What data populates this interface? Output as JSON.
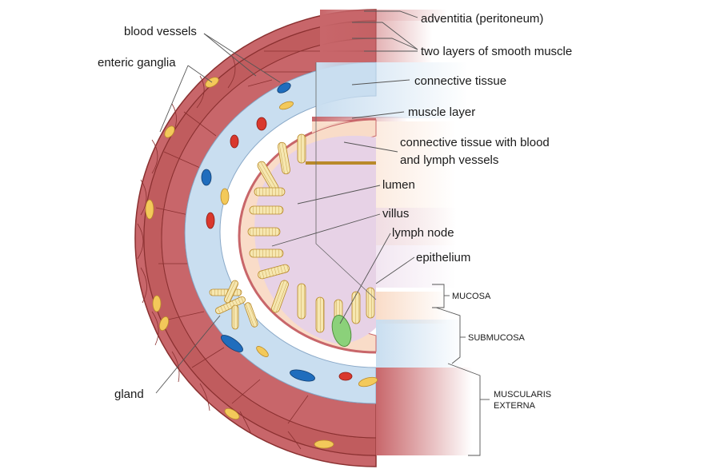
{
  "labels": {
    "adventitia": "adventitia (peritoneum)",
    "smooth_muscle": "two layers of smooth muscle",
    "connective_tissue": "connective tissue",
    "muscle_layer": "muscle layer",
    "connective_blood_1": "connective tissue with blood",
    "connective_blood_2": "and lymph vessels",
    "lumen": "lumen",
    "villus": "villus",
    "lymph_node": "lymph node",
    "epithelium": "epithelium",
    "blood_vessels": "blood vessels",
    "enteric_ganglia": "enteric ganglia",
    "gland": "gland"
  },
  "layers": {
    "mucosa": "MUCOSA",
    "submucosa": "SUBMUCOSA",
    "muscularis_1": "MUSCULARIS",
    "muscularis_2": "EXTERNA"
  },
  "colors": {
    "muscle": "#c8666a",
    "muscle_dark": "#8a3030",
    "submucosa": "#c9def0",
    "mucosa": "#f9dcc8",
    "lumen": "#e7d2e6",
    "vessel_red": "#d9382d",
    "vessel_blue": "#1f6dbd",
    "ganglion": "#f3c95a",
    "lymph_node": "#8bd17a"
  }
}
